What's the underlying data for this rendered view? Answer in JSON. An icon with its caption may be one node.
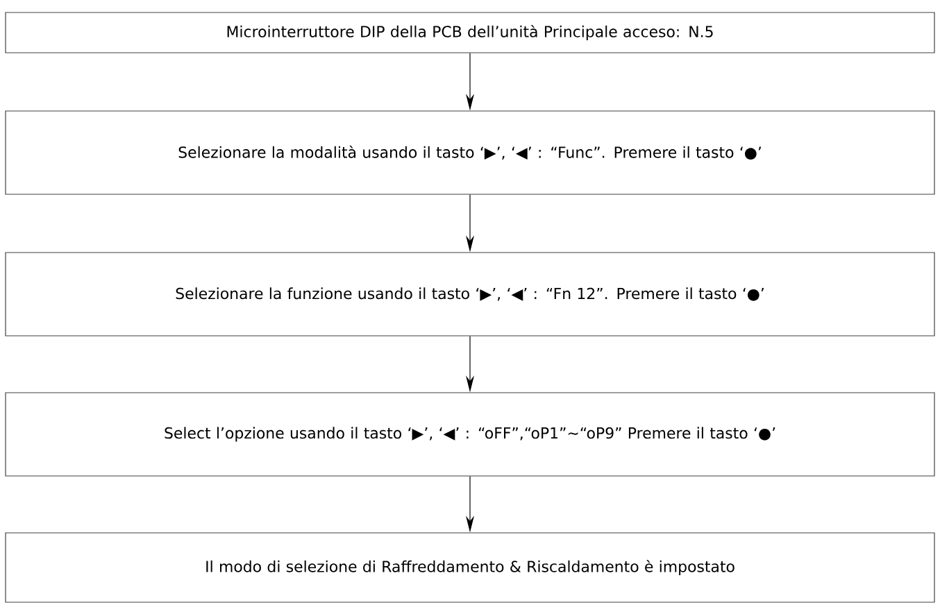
{
  "diagram": {
    "nodes": [
      {
        "text": [
          "Microinterruttore DIP della PCB dell’unità Principale acceso: N.5"
        ]
      },
      {
        "text": [
          "Selezionare la modalità usando il tasto ‘▶’, ‘◀’ : “Func”. Premere il tasto ‘●’"
        ]
      },
      {
        "text": [
          "Selezionare la funzione usando il tasto ‘▶’, ‘◀’ : “Fn 12”. Premere il tasto ‘●’"
        ]
      },
      {
        "text": [
          "Select l’opzione usando il tasto ‘▶’, ‘◀’ : “oFF”,“oP1”~“oP9” Premere il tasto ‘●’"
        ]
      },
      {
        "text": [
          "Il modo di selezione di Raffreddamento & Riscaldamento è impostato"
        ]
      }
    ],
    "edges": [
      {
        "from": 0,
        "to": 1,
        "arrow": "to"
      },
      {
        "from": 1,
        "to": 2,
        "arrow": "to"
      },
      {
        "from": 2,
        "to": 3,
        "arrow": "to"
      },
      {
        "from": 3,
        "to": 4,
        "arrow": "to"
      }
    ]
  }
}
